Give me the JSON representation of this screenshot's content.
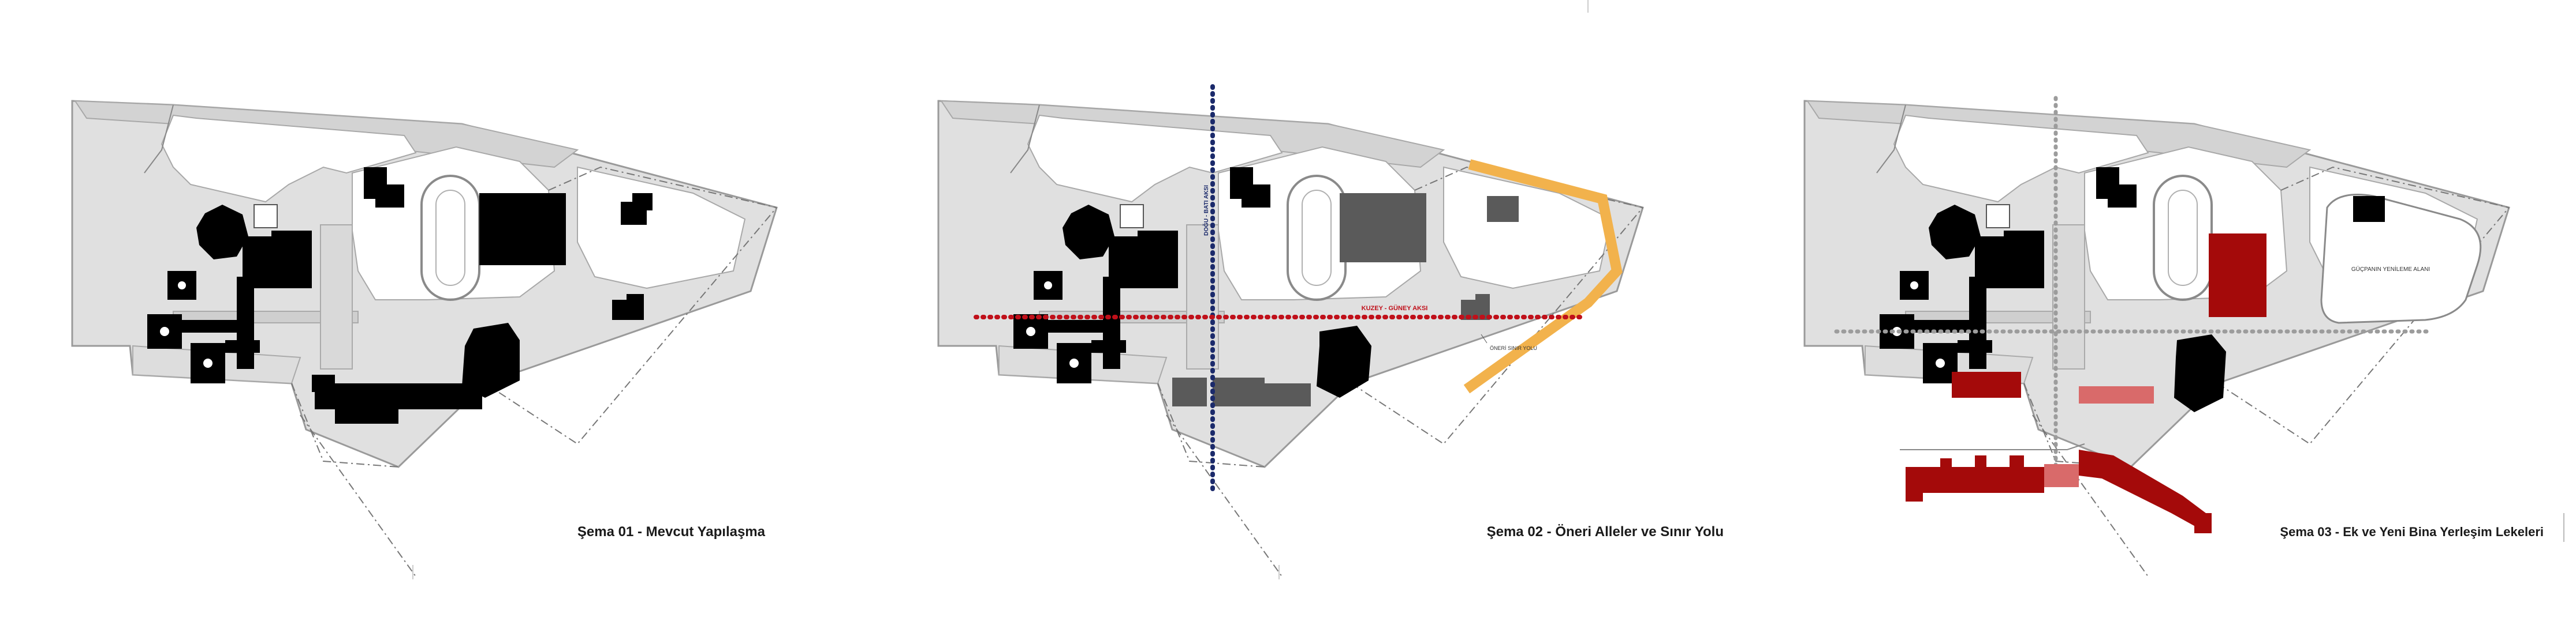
{
  "panels": [
    {
      "id": "sema01",
      "caption": "Şema 01 -  Mevcut Yapılaşma"
    },
    {
      "id": "sema02",
      "caption": "Şema 02 -  Öneri Alleler ve Sınır Yolu",
      "axis_ns_label": "DOĞU - BATI AKSI",
      "axis_ew_label": "KUZEY - GÜNEY AKSI",
      "boundary_label": "ÖNERİ SINIR YOLU"
    },
    {
      "id": "sema03",
      "caption": "Şema 03 -  Ek ve Yeni Bina Yerleşim Lekeleri",
      "area_label": "GÜÇPANIN YENİLEME ALANI"
    }
  ],
  "colors": {
    "site": "#e0e0e0",
    "site_edge": "#9a9a9a",
    "building": "#000000",
    "building_gray": "#5a5a5a",
    "new_building": "#a40a0a",
    "new_building_light": "#d96a6a",
    "axis_blue": "#1b2a6b",
    "axis_red": "#c0101a",
    "boundary_road": "#f2b24c",
    "axis_gray": "#9c9c9c"
  }
}
